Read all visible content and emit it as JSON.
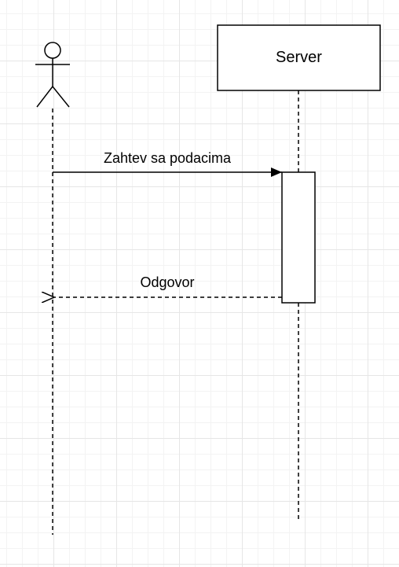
{
  "participants": {
    "server": {
      "label": "Server"
    }
  },
  "messages": {
    "request": {
      "label": "Zahtev sa podacima"
    },
    "response": {
      "label": "Odgovor"
    }
  },
  "colors": {
    "stroke": "#000000",
    "grid_major": "#e6e6e6",
    "grid_minor": "#f3f3f3"
  }
}
